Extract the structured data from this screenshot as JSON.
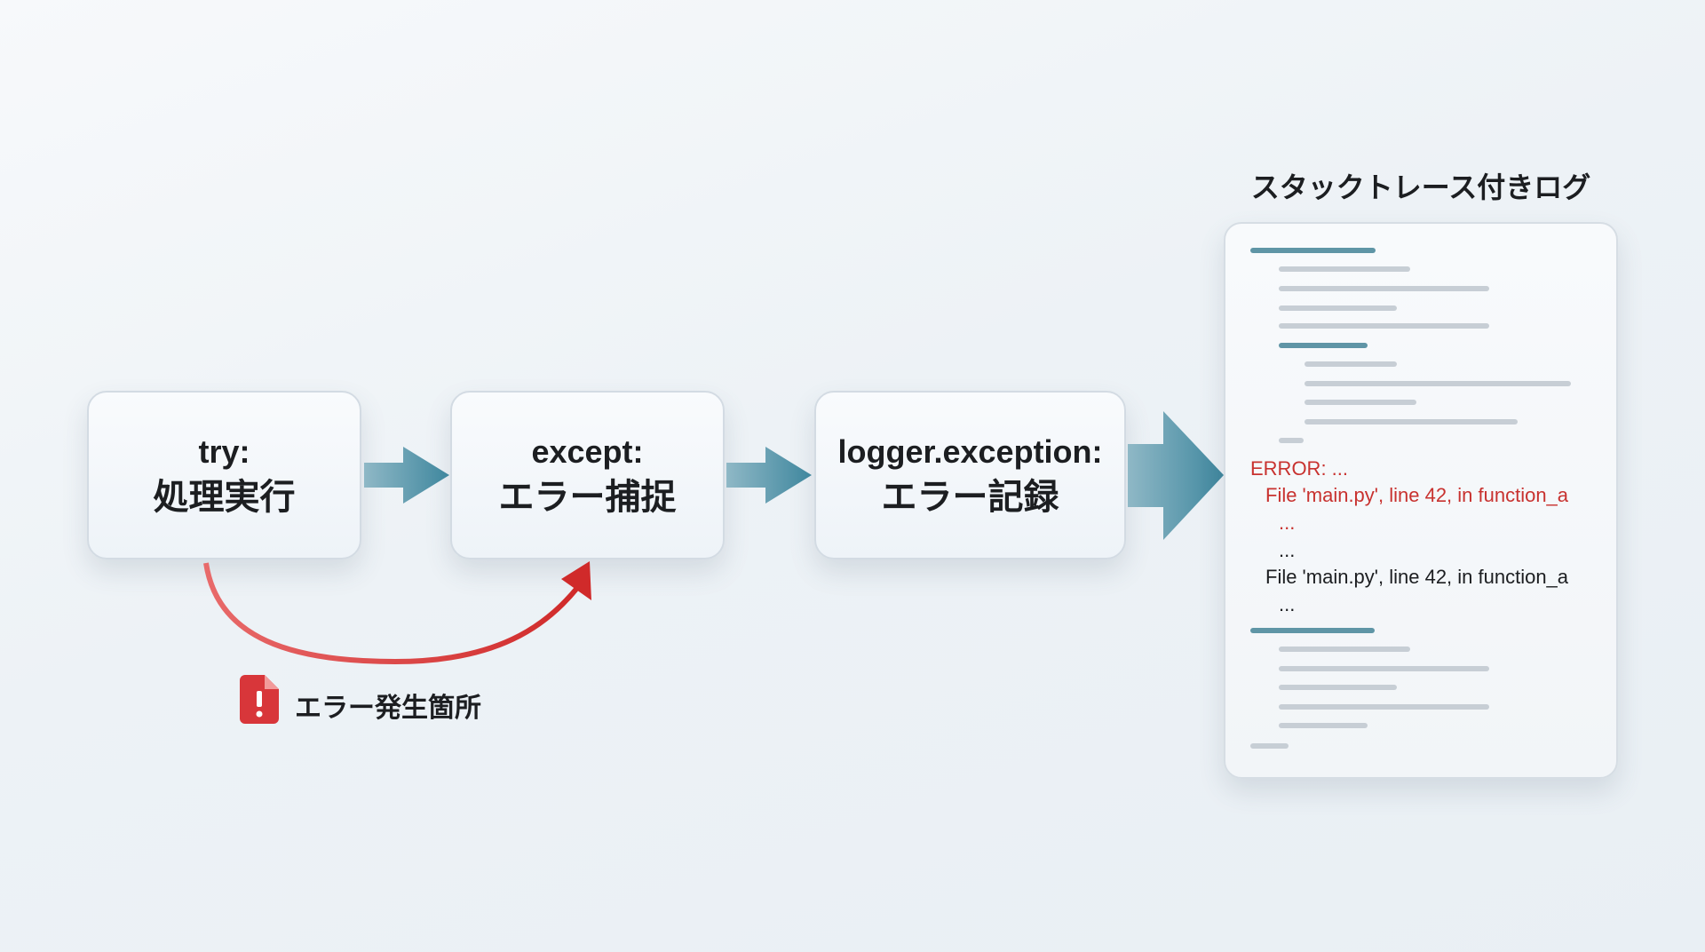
{
  "steps": [
    {
      "code": "try:",
      "label": "処理実行"
    },
    {
      "code": "except:",
      "label": "エラー捕捉"
    },
    {
      "code": "logger.exception:",
      "label": "エラー記録"
    }
  ],
  "error_location_label": "エラー発生箇所",
  "log_panel": {
    "title": "スタックトレース付きログ",
    "error_line": "ERROR: ...",
    "trace_line_1": "File 'main.py', line 42, in function_a",
    "ellipsis_1": "...",
    "ellipsis_2": "...",
    "trace_line_2": "File 'main.py', line 42, in function_a",
    "ellipsis_3": "..."
  },
  "colors": {
    "accent": "#4a8ea3",
    "error": "#c8322f"
  }
}
